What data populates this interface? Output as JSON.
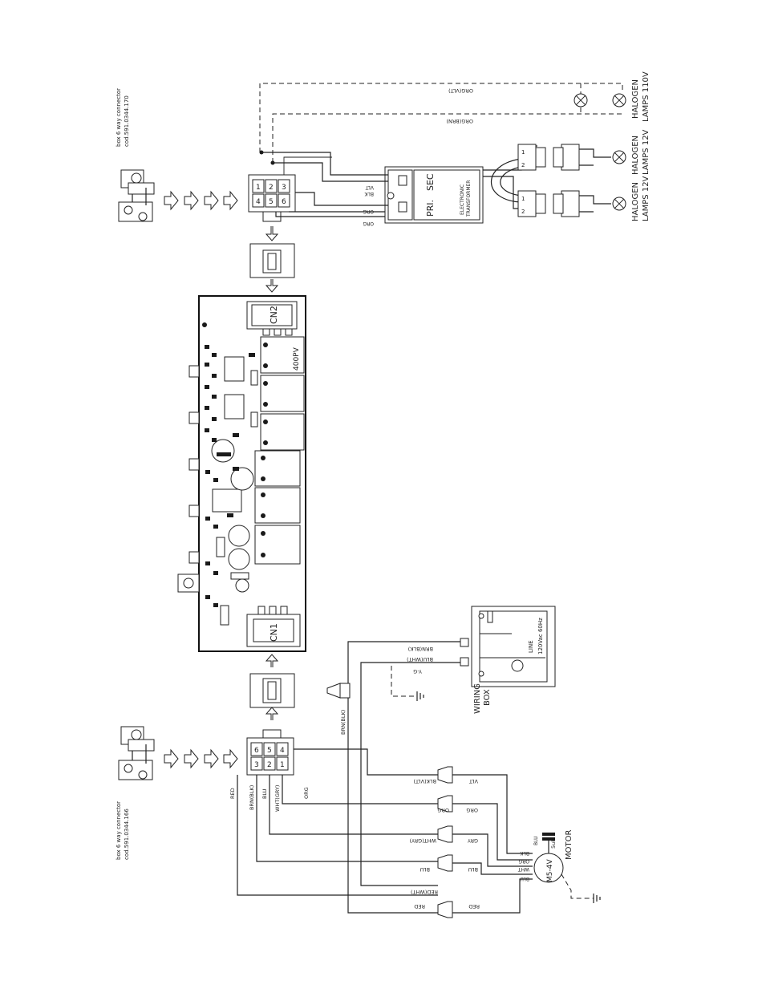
{
  "top_connector": {
    "caption": "box 6 way connector",
    "code": "cod.591.0344.170",
    "pins": [
      "1",
      "2",
      "3",
      "4",
      "5",
      "6"
    ]
  },
  "bottom_connector": {
    "caption": "box 6 way connector",
    "code": "cod.591.0344.166",
    "pins": [
      "6",
      "5",
      "4",
      "3",
      "2",
      "1"
    ]
  },
  "board": {
    "cn1": "CN1",
    "cn2": "CN2",
    "relay_mark": "400PV"
  },
  "transformer": {
    "pri": "PRI.",
    "sec": "SEC",
    "name_line1": "ELECTRONIC",
    "name_line2": "TRANSFORMER",
    "wires": [
      "VLT",
      "BLK",
      "ORG",
      "ORG"
    ]
  },
  "lamps": {
    "l110_line1": "HALOGEN",
    "l110_line2": "LAMPS 110V",
    "l12a_line1": "HALOGEN",
    "l12a_line2": "LAMPS 12V",
    "l12b_line1": "HALOGEN",
    "l12b_line2": "LAMPS 12V",
    "dashed_wire_1": "ORG(VLT)",
    "dashed_wire_2": "ORG(BRN)",
    "plug_pins": [
      "2",
      "1",
      "2",
      "1"
    ]
  },
  "wiring_box": {
    "label_line1": "WIRING",
    "label_line2": "BOX",
    "line_label": "LINE",
    "line_spec": "120Vac 60Hz",
    "wire_1": "BRN(BLK)",
    "wire_2": "BLU(WHT)",
    "ground_wire": "Y-G",
    "nut_wire": "BRN(BLK)"
  },
  "harness": {
    "left_labels": [
      "RED",
      "BRN(BLK)",
      "BLU",
      "WHT(GRY)",
      "ORG"
    ],
    "nuts": [
      {
        "left": "BLK(VLT)",
        "right": "VLT"
      },
      {
        "left": "ORG",
        "right": "ORG"
      },
      {
        "left": "WHT(GRY)",
        "right": "GRY"
      },
      {
        "left": "BLU",
        "right": "BLU"
      },
      {
        "left": "RED(WHT)",
        "right": "RED"
      }
    ],
    "bottom_left_label": "RED"
  },
  "motor": {
    "label": "MOTOR",
    "model": "M5-4V",
    "capacitor": "5uF",
    "wires": [
      "BLK",
      "ORG",
      "WHT",
      "BLU"
    ],
    "cap_wire": "BLU"
  }
}
